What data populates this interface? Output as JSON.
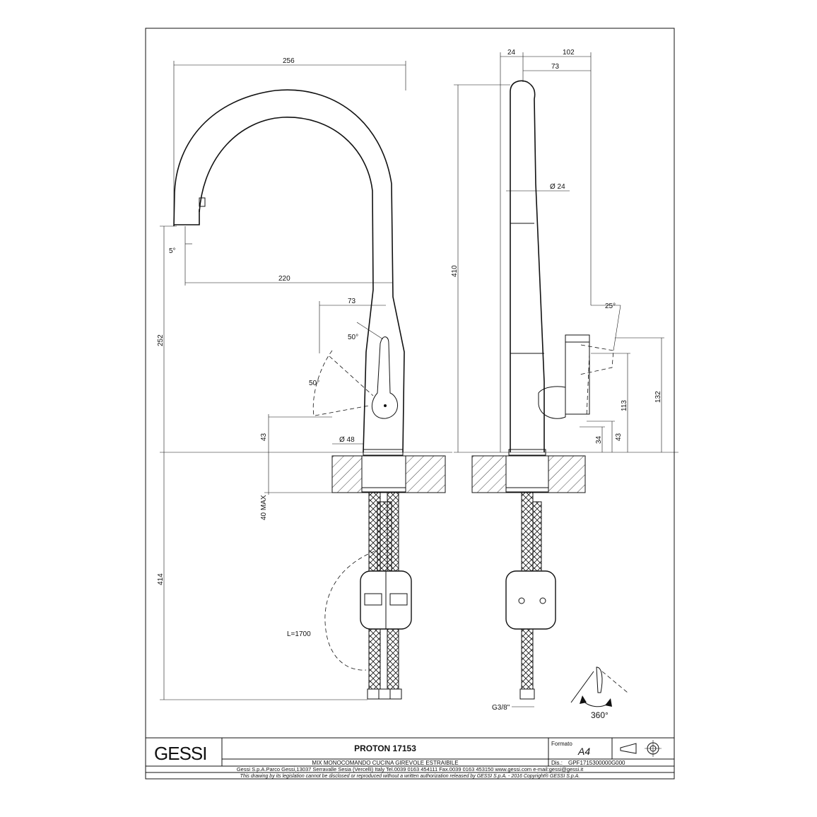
{
  "drawing": {
    "dims_front": {
      "width_256": "256",
      "reach_220": "220",
      "lever_73": "73",
      "angle_5": "5°",
      "angle_50_top": "50°",
      "angle_50_side": "50°",
      "height_252": "252",
      "height_43": "43",
      "base_diam": "Ø 48",
      "max_40": "40 MAX",
      "hose_414": "414",
      "hose_len": "L=1700"
    },
    "dims_side": {
      "top_24": "24",
      "top_102": "102",
      "top_73": "73",
      "diam_24": "Ø 24",
      "height_410": "410",
      "angle_25": "25°",
      "h_132": "132",
      "h_113": "113",
      "h_43": "43",
      "h_34": "34",
      "thread": "G3/8\"",
      "rotation": "360°"
    }
  },
  "title_block": {
    "brand": "GESSI",
    "product": "PROTON 17153",
    "description": "MIX MONOCOMANDO CUCINA GIREVOLE ESTRAIBILE",
    "format_label": "Formato",
    "format_value": "A4",
    "dis_label": "Dis.:",
    "dis_value": "GPF1715300000G000",
    "address": "Gessi S.p.A.Parco Gessi,13037 Serravalle Sesia (Vercelli) Italy Tel.0039 0163 454111 Fax.0039 0163 453150 www.gessi.com e-mail:gessi@gessi.it",
    "legal": "This drawing by its legislation cannot be disclosed or reproduced without a written authorization released by GESSI S.p.A. - 2016 Copyright® GESSI S.p.A."
  }
}
